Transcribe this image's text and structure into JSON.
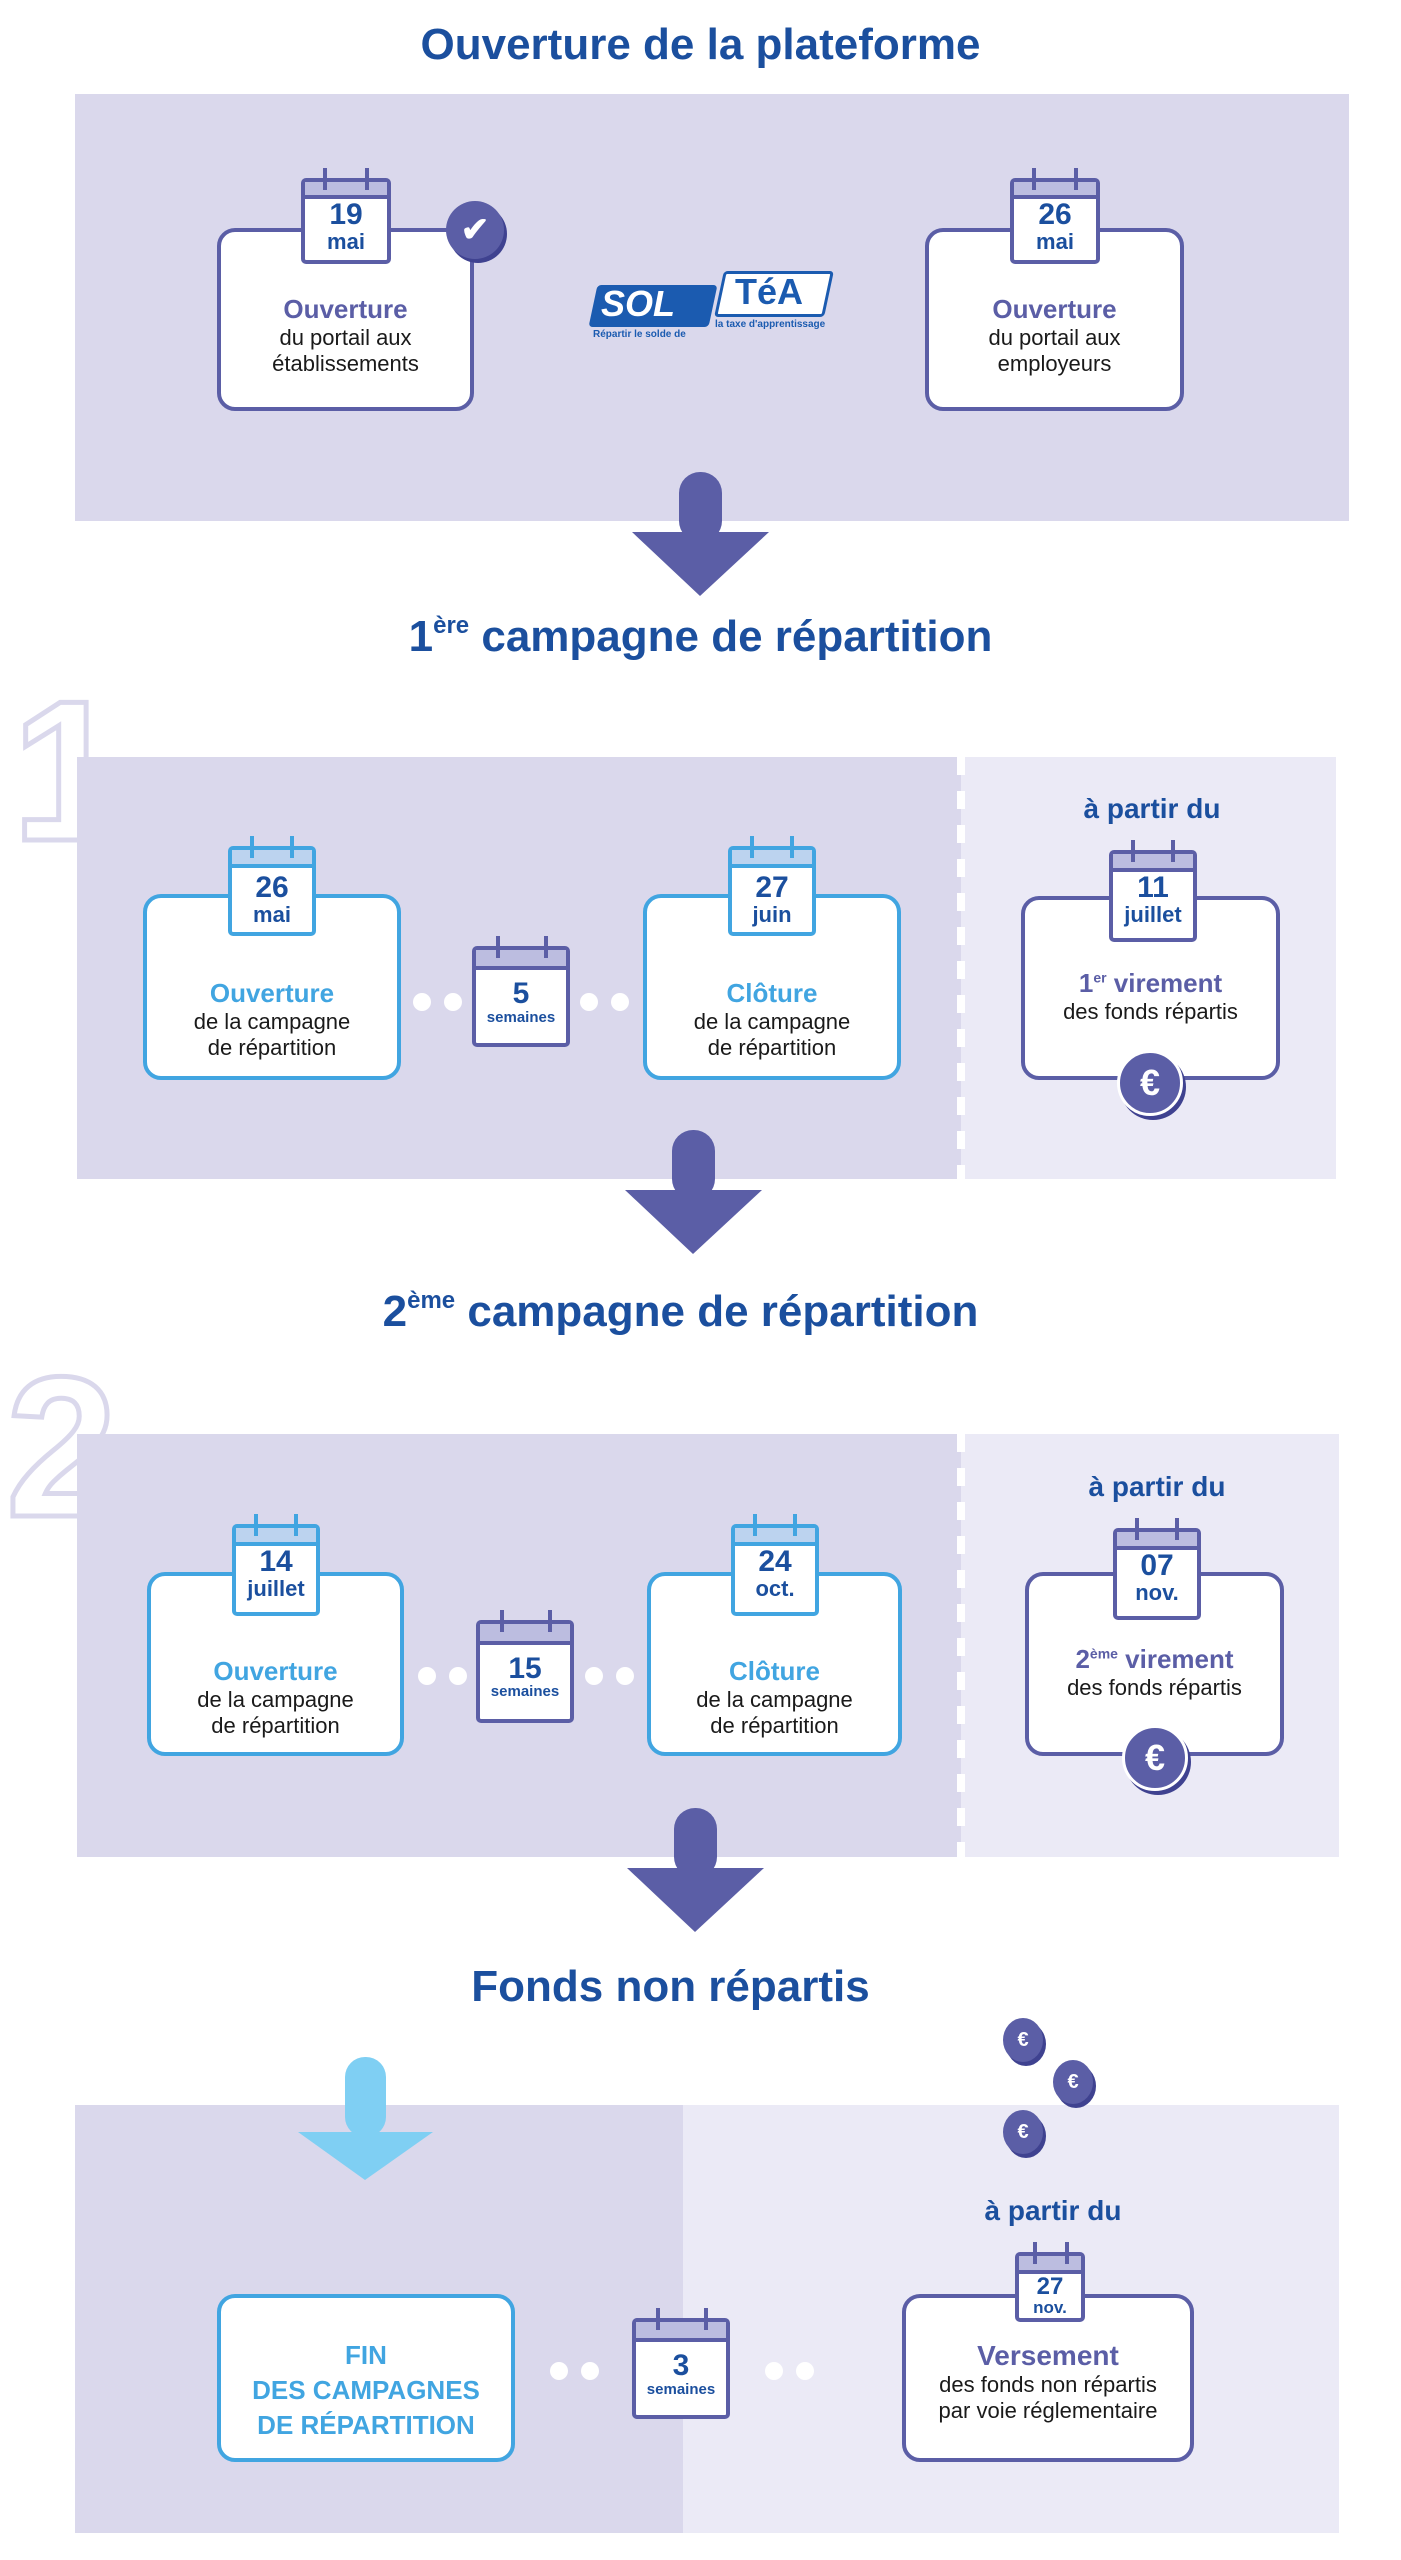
{
  "section1": {
    "title": "Ouverture de la plateforme",
    "card_left": {
      "day": "19",
      "month": "mai",
      "heading": "Ouverture",
      "text": "du portail aux établissements"
    },
    "logo": {
      "sol": "SOL",
      "tea": "TéA",
      "left_caption": "Répartir le solde de",
      "right_caption": "la taxe d'apprentissage"
    },
    "card_right": {
      "day": "26",
      "month": "mai",
      "heading": "Ouverture",
      "text": "du portail aux employeurs"
    }
  },
  "section2": {
    "number": "1",
    "title_prefix": "1",
    "title_sup": "ère",
    "title": " campagne de répartition",
    "open": {
      "day": "26",
      "month": "mai",
      "heading": "Ouverture",
      "text": "de la campagne de répartition"
    },
    "duration": {
      "value": "5",
      "unit": "semaines"
    },
    "close": {
      "day": "27",
      "month": "juin",
      "heading": "Clôture",
      "text": "de la campagne de répartition"
    },
    "from_label": "à partir du",
    "transfer": {
      "day": "11",
      "month": "juillet",
      "heading_prefix": "1",
      "heading_sup": "er",
      "heading": " virement",
      "text": "des fonds répartis"
    }
  },
  "section3": {
    "number": "2",
    "title_prefix": "2",
    "title_sup": "ème",
    "title": " campagne de répartition",
    "open": {
      "day": "14",
      "month": "juillet",
      "heading": "Ouverture",
      "text": "de la campagne de répartition"
    },
    "duration": {
      "value": "15",
      "unit": "semaines"
    },
    "close": {
      "day": "24",
      "month": "oct.",
      "heading": "Clôture",
      "text": "de la campagne de répartition"
    },
    "from_label": "à partir du",
    "transfer": {
      "day": "07",
      "month": "nov.",
      "heading_prefix": "2",
      "heading_sup": "ème",
      "heading": " virement",
      "text": "des fonds répartis"
    }
  },
  "section4": {
    "title": "Fonds non répartis",
    "end": {
      "line1": "FIN",
      "line2": "DES CAMPAGNES",
      "line3": "DE RÉPARTITION"
    },
    "duration": {
      "value": "3",
      "unit": "semaines"
    },
    "from_label": "à partir du",
    "payment": {
      "day": "27",
      "month": "nov.",
      "heading": "Versement",
      "text": "des fonds non répartis par voie réglementaire"
    }
  },
  "euro_symbol": "€",
  "colors": {
    "navy": "#1b4f9e",
    "purple": "#5b5ea6",
    "blue": "#41a5e1",
    "panel": "#dad8ec",
    "panel_light": "#ebeaf6"
  }
}
